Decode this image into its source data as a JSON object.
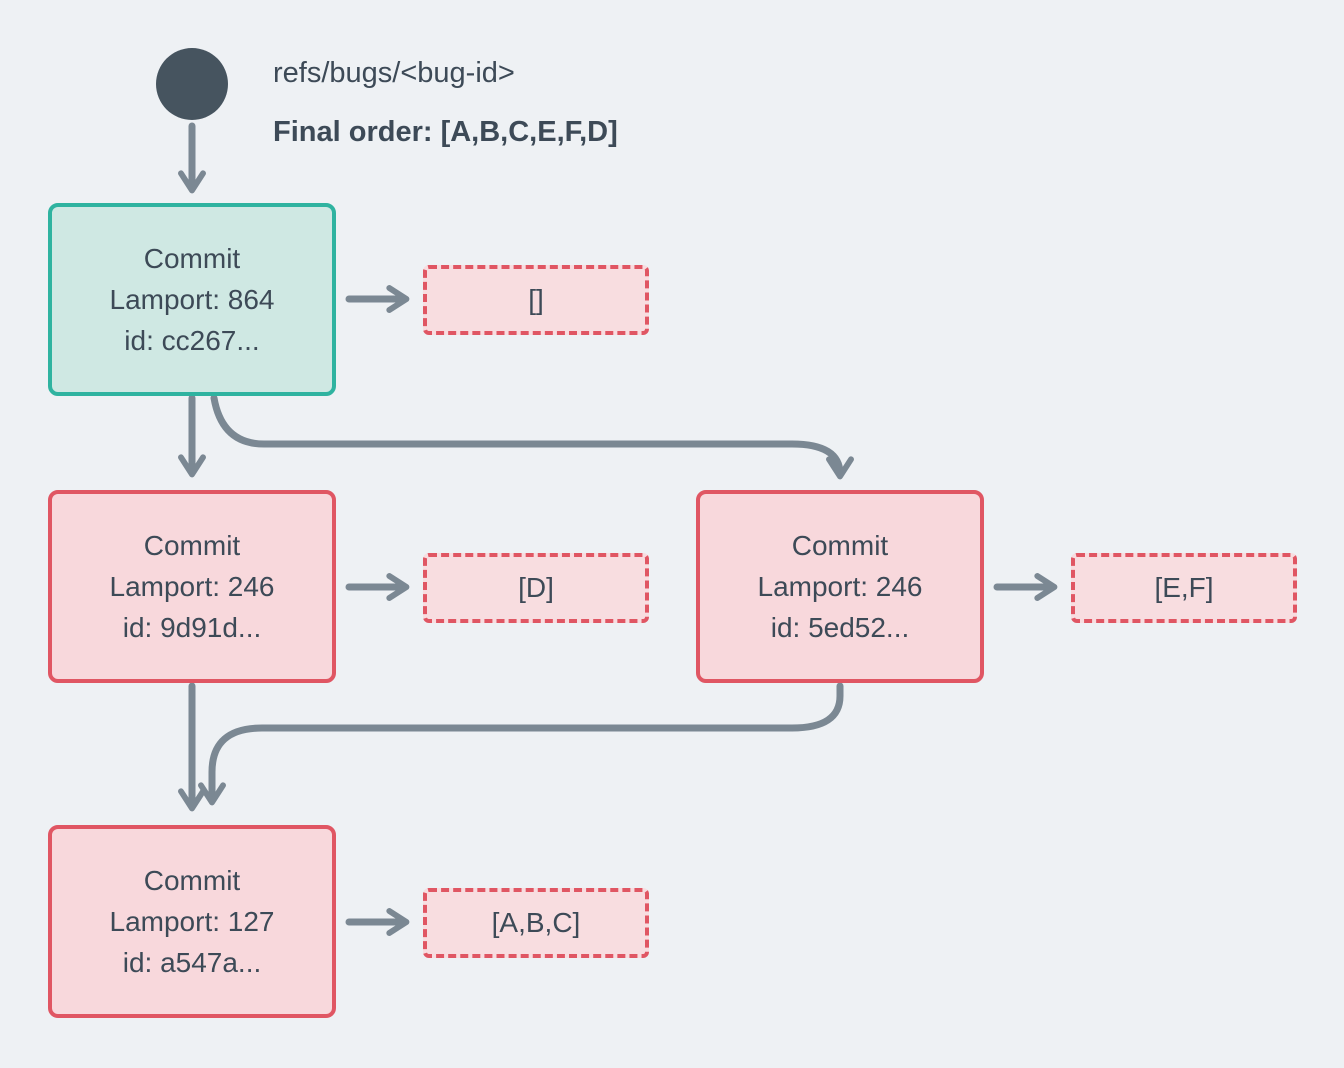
{
  "header": {
    "ref_label": "refs/bugs/<bug-id>",
    "final_order": "Final order: [A,B,C,E,F,D]"
  },
  "commits": {
    "root": {
      "title": "Commit",
      "lamport": "Lamport: 864",
      "id": "id: cc267...",
      "payload": "[]"
    },
    "left": {
      "title": "Commit",
      "lamport": "Lamport: 246",
      "id": "id: 9d91d...",
      "payload": "[D]"
    },
    "right": {
      "title": "Commit",
      "lamport": "Lamport: 246",
      "id": "id: 5ed52...",
      "payload": "[E,F]"
    },
    "bottom": {
      "title": "Commit",
      "lamport": "Lamport: 127",
      "id": "id: a547a...",
      "payload": "[A,B,C]"
    }
  },
  "colors": {
    "background": "#eef1f4",
    "text": "#3d4a57",
    "arrow": "#7b8893",
    "ref-node": "#46545f",
    "teal-border": "#2fb3a0",
    "teal-fill": "#cfe8e3",
    "pink-border": "#e05663",
    "pink-fill": "#f8d8dc",
    "payload-fill": "#f8dde0"
  }
}
